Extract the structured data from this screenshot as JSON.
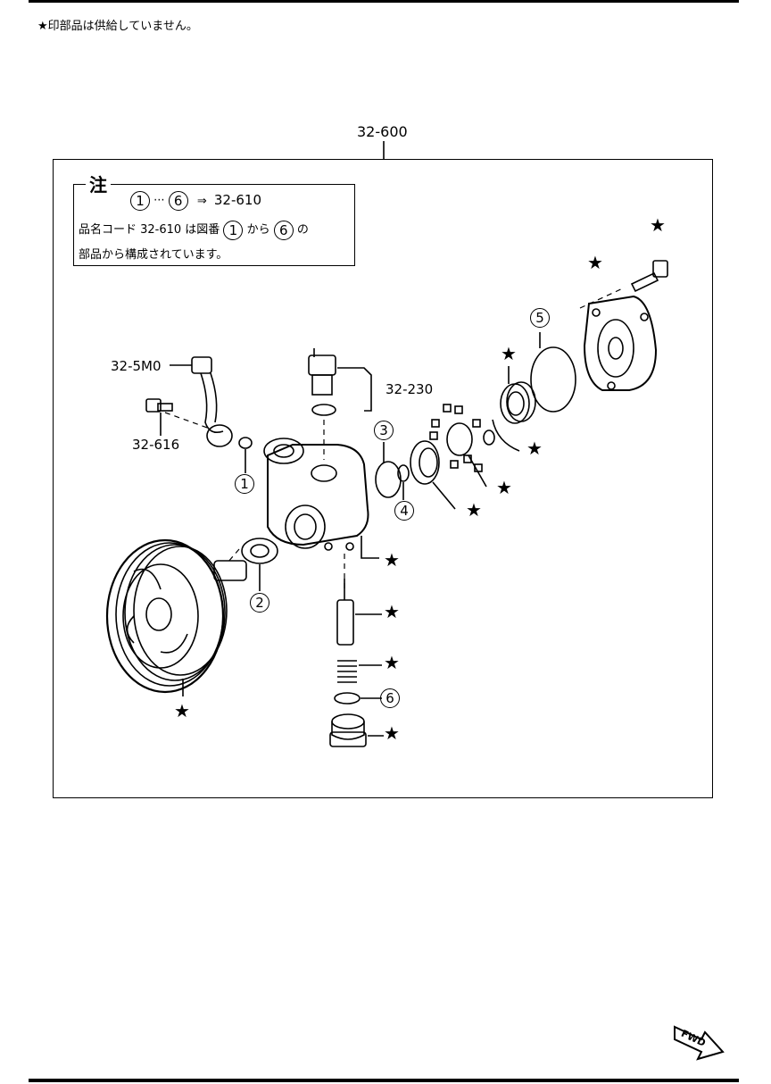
{
  "notice": "★印部品は供給していません。",
  "assembly_code": "32-600",
  "note": {
    "title": "注",
    "range_from": "1",
    "range_sep": "···",
    "range_to": "6",
    "arrow": "⇒",
    "range_code": "32-610",
    "line2_a": "品名コード 32-610 は図番",
    "line2_from": "1",
    "line2_b": "から",
    "line2_to": "6",
    "line2_c": "の",
    "line3": "部品から構成されています。"
  },
  "part_labels": {
    "hose": "32-5M0",
    "bolt": "32-616",
    "switch": "32-230"
  },
  "callouts": [
    "1",
    "2",
    "3",
    "4",
    "5",
    "6"
  ],
  "star_symbol": "★",
  "fwd_label": "FWD"
}
